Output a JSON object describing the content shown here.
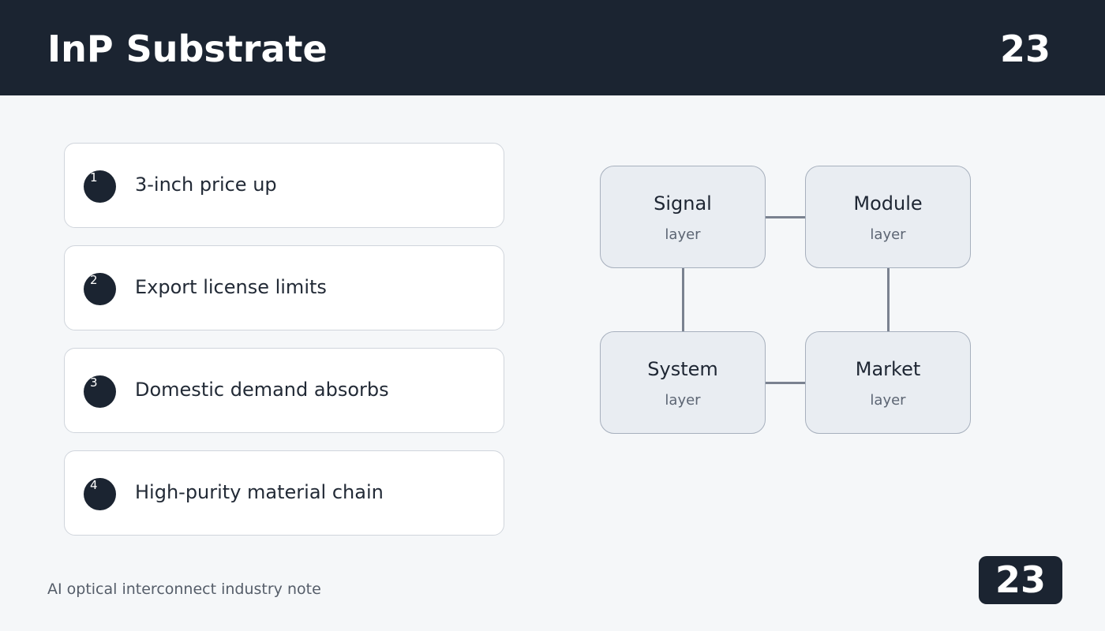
{
  "header": {
    "title": "InP Substrate",
    "page_number": "23"
  },
  "points": [
    {
      "index": "1",
      "label": "3-inch price up"
    },
    {
      "index": "2",
      "label": "Export license limits"
    },
    {
      "index": "3",
      "label": "Domestic demand absorbs"
    },
    {
      "index": "4",
      "label": "High-purity material chain"
    }
  ],
  "diagram": {
    "nodes": [
      {
        "title": "Signal",
        "subtitle": "layer"
      },
      {
        "title": "Module",
        "subtitle": "layer"
      },
      {
        "title": "System",
        "subtitle": "layer"
      },
      {
        "title": "Market",
        "subtitle": "layer"
      }
    ]
  },
  "footer": {
    "note": "AI optical interconnect industry note",
    "page_badge": "23"
  },
  "colors": {
    "header_bg": "#1b2431",
    "background": "#f5f7f9",
    "node_bg": "#e9edf2",
    "connector": "#7a8290"
  }
}
